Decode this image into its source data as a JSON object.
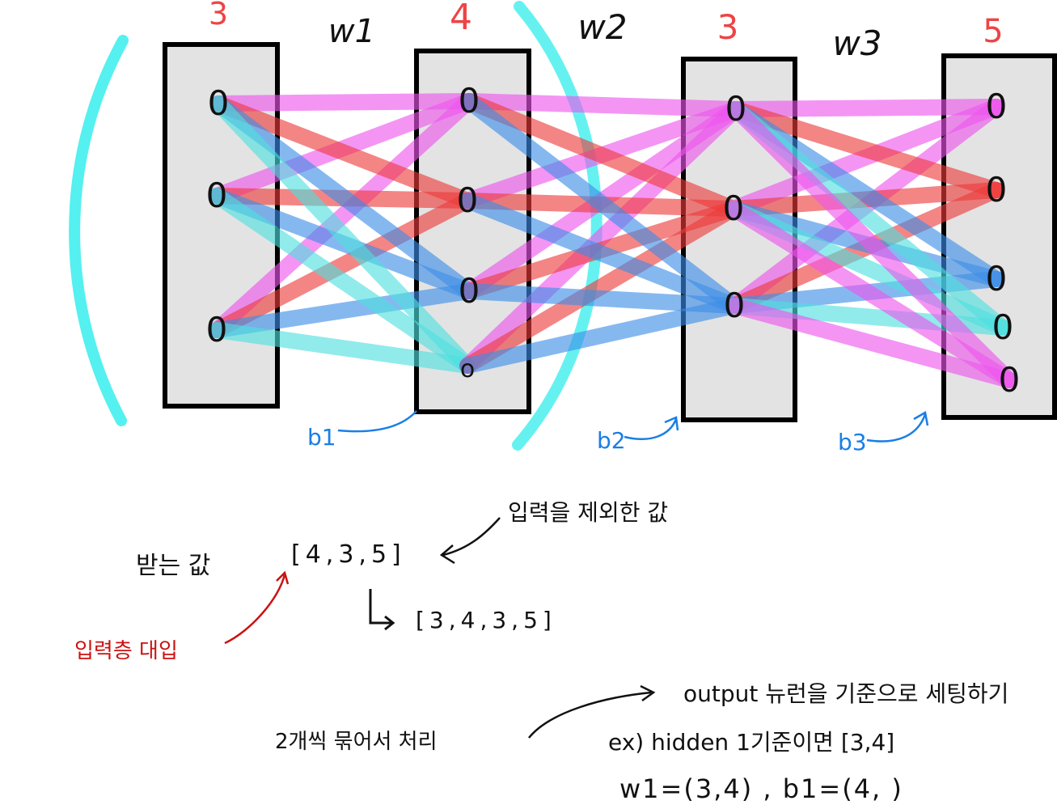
{
  "layers": [
    {
      "size_label": "3",
      "neuron_symbols": [
        "0",
        "0",
        "0"
      ]
    },
    {
      "size_label": "4",
      "neuron_symbols": [
        "0",
        "0",
        "0",
        "o"
      ]
    },
    {
      "size_label": "3",
      "neuron_symbols": [
        "0",
        "0",
        "0"
      ]
    },
    {
      "size_label": "5",
      "neuron_symbols": [
        "0",
        "0",
        "0",
        "0",
        "0"
      ]
    }
  ],
  "weights": [
    "w1",
    "w2",
    "w3"
  ],
  "biases": [
    "b1",
    "b2",
    "b3"
  ],
  "notes": {
    "received_label": "받는 값",
    "received_value": "[4,3,5]",
    "excluded_input_label": "입력을 제외한 값",
    "expanded_value": "[3,4,3,5]",
    "input_layer_replace": "입력층 대입",
    "pairwise_label": "2개씩 묶어서 처리",
    "output_neuron_note": "output 뉴런을 기준으로 세팅하기",
    "example_line": "ex) hidden 1기준이면 [3,4]",
    "formula_line": "w1=(3,4) , b1=(4, )"
  },
  "colors": {
    "box_fill": "#e3e3e3",
    "layer_size": "#ee4444",
    "bias_note": "#1a7ee6",
    "input_note": "#cc1111",
    "cyan_bracket": "#55f0f0",
    "magenta": "#ee55ee",
    "red": "#ee3b3b",
    "blue": "#3d8ee8",
    "cyan": "#4ee0e0"
  }
}
